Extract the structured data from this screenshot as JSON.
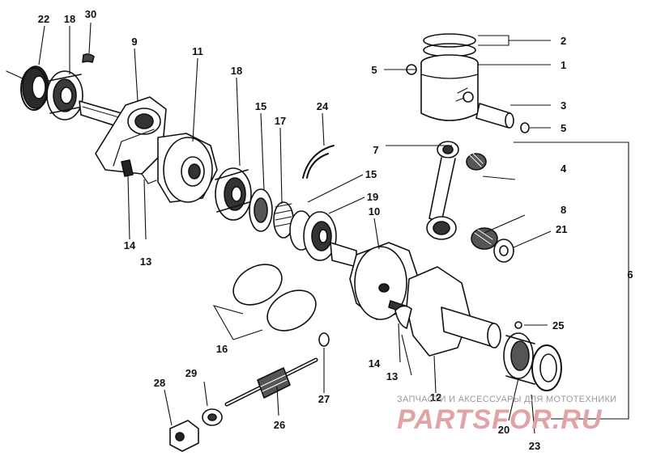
{
  "diagram": {
    "callouts": {
      "c1": "1",
      "c2": "2",
      "c3": "3",
      "c4": "4",
      "c5a": "5",
      "c5b": "5",
      "c6": "6",
      "c7": "7",
      "c8": "8",
      "c9": "9",
      "c10": "10",
      "c11": "11",
      "c12": "12",
      "c13a": "13",
      "c13b": "13",
      "c14a": "14",
      "c14b": "14",
      "c15a": "15",
      "c15b": "15",
      "c16": "16",
      "c17": "17",
      "c18a": "18",
      "c18b": "18",
      "c19": "19",
      "c20": "20",
      "c21": "21",
      "c22": "22",
      "c23": "23",
      "c24": "24",
      "c25": "25",
      "c26": "26",
      "c27": "27",
      "c28": "28",
      "c29": "29",
      "c30": "30"
    }
  },
  "watermark": {
    "caption": "ЗАПЧАСТИ И АКСЕССУАРЫ ДЛЯ МОТОТЕХНИКИ",
    "brand": "PARTSFOR.RU",
    "color": "#e0a3a6"
  }
}
